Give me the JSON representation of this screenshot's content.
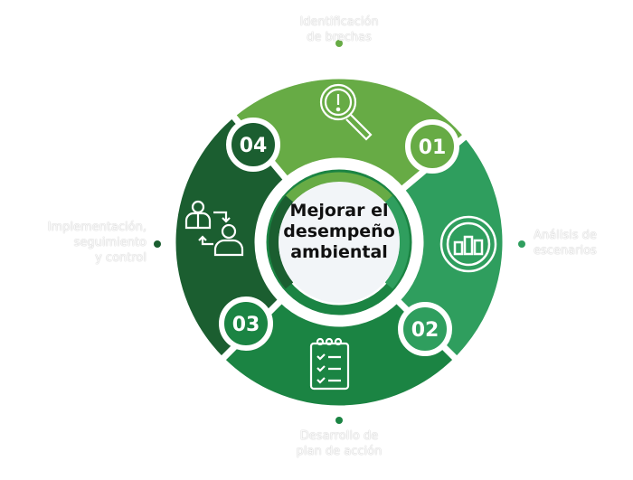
{
  "center": {
    "line1": "Mejorar el",
    "line2": "desempeño",
    "line3": "ambiental"
  },
  "steps": [
    {
      "number": "01",
      "label_lines": [
        "Identificación",
        "de brechas"
      ],
      "icon": "magnifier-alert-icon",
      "color": "#67ab45"
    },
    {
      "number": "02",
      "label_lines": [
        "Análisis de",
        "escenarios"
      ],
      "icon": "chart-donut-icon",
      "color": "#2f9e5e"
    },
    {
      "number": "03",
      "label_lines": [
        "Desarrollo de",
        "plan de acción"
      ],
      "icon": "checklist-icon",
      "color": "#1b8443"
    },
    {
      "number": "04",
      "label_lines": [
        "Implementación,",
        "seguimiento",
        "y control"
      ],
      "icon": "people-exchange-icon",
      "color": "#1b5e30"
    }
  ]
}
